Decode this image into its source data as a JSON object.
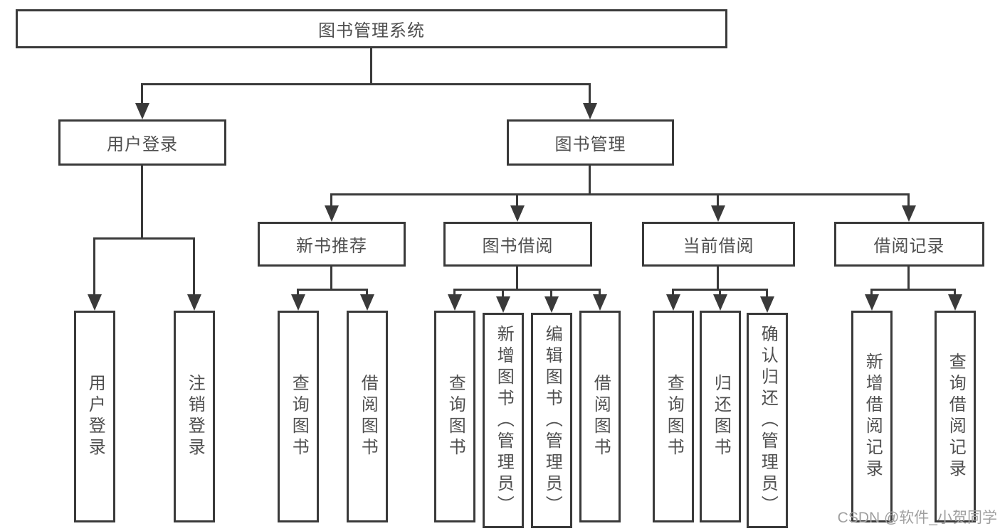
{
  "diagram": {
    "root": {
      "label": "图书管理系统"
    },
    "level2": [
      {
        "label": "用户登录"
      },
      {
        "label": "图书管理"
      }
    ],
    "level3": [
      {
        "label": "新书推荐"
      },
      {
        "label": "图书借阅"
      },
      {
        "label": "当前借阅"
      },
      {
        "label": "借阅记录"
      }
    ],
    "leaves": {
      "user_login": [
        "用户登录",
        "注销登录"
      ],
      "new_book": [
        "查询图书",
        "借阅图书"
      ],
      "book_borrow": [
        "查询图书",
        "新增图书（管理员）",
        "编辑图书（管理员）",
        "借阅图书"
      ],
      "current_borrow": [
        "查询图书",
        "归还图书",
        "确认归还（管理员）"
      ],
      "borrow_record": [
        "新增借阅记录",
        "查询借阅记录"
      ]
    },
    "line_color": "#3a3a3a",
    "text_color": "#4f4f4f"
  },
  "watermark": {
    "text": "CSDN @软件_小贺同学"
  }
}
